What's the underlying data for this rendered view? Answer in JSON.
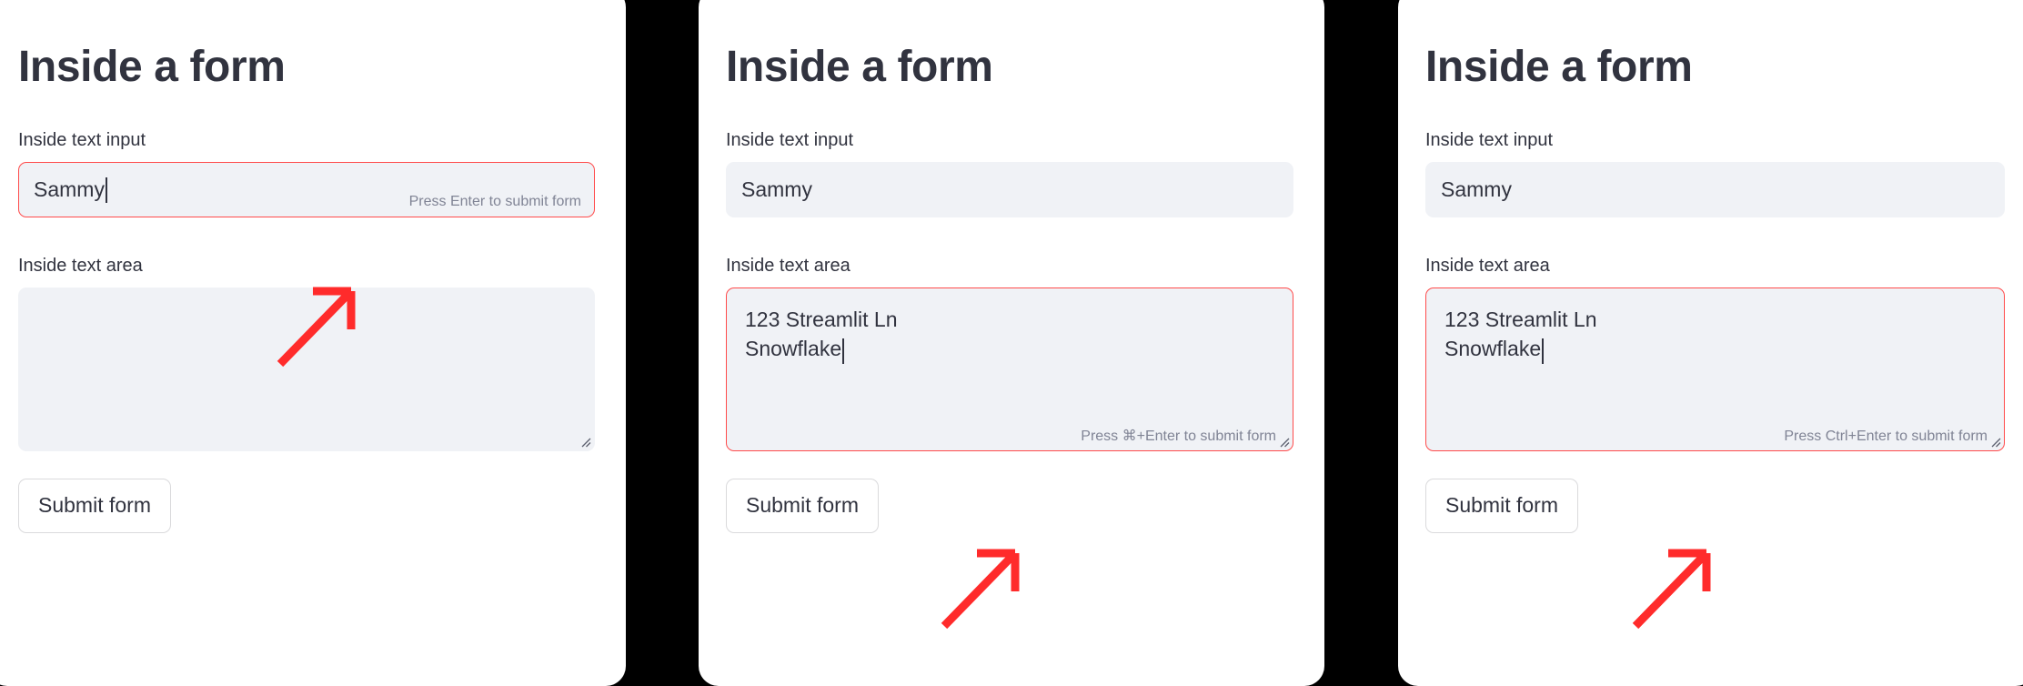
{
  "panels": [
    {
      "title": "Inside a form",
      "text_input": {
        "label": "Inside text input",
        "value": "Sammy",
        "placeholder": "",
        "focused": true,
        "hint": "Press Enter to submit form"
      },
      "text_area": {
        "label": "Inside text area",
        "lines": [],
        "placeholder": "",
        "focused": false,
        "hint": ""
      },
      "submit_label": "Submit form",
      "annotation": {
        "arrow_icon": "arrow-up-right-icon",
        "points_to": "Press Enter to submit form",
        "color": "#ff2b2b"
      }
    },
    {
      "title": "Inside a form",
      "text_input": {
        "label": "Inside text input",
        "value": "Sammy",
        "placeholder": "",
        "focused": false,
        "hint": ""
      },
      "text_area": {
        "label": "Inside text area",
        "lines": [
          "123 Streamlit Ln",
          "Snowflake"
        ],
        "placeholder": "",
        "focused": true,
        "hint": "Press ⌘+Enter to submit form"
      },
      "submit_label": "Submit form",
      "annotation": {
        "arrow_icon": "arrow-up-right-icon",
        "points_to": "Press ⌘+Enter to submit form",
        "color": "#ff2b2b"
      }
    },
    {
      "title": "Inside a form",
      "text_input": {
        "label": "Inside text input",
        "value": "Sammy",
        "placeholder": "",
        "focused": false,
        "hint": ""
      },
      "text_area": {
        "label": "Inside text area",
        "lines": [
          "123 Streamlit Ln",
          "Snowflake"
        ],
        "placeholder": "",
        "focused": true,
        "hint": "Press Ctrl+Enter to submit form"
      },
      "submit_label": "Submit form",
      "annotation": {
        "arrow_icon": "arrow-up-right-icon",
        "points_to": "Press Ctrl+Enter to submit form",
        "color": "#ff2b2b"
      }
    }
  ],
  "colors": {
    "canvas": "#000000",
    "panel_bg": "#ffffff",
    "widget_bg": "#f0f2f6",
    "text": "#31333f",
    "hint_text": "#808495",
    "focus_border": "#ff4b4b",
    "annotation": "#ff2b2b"
  },
  "icons": {
    "resize_handle": "resize-handle-icon"
  }
}
